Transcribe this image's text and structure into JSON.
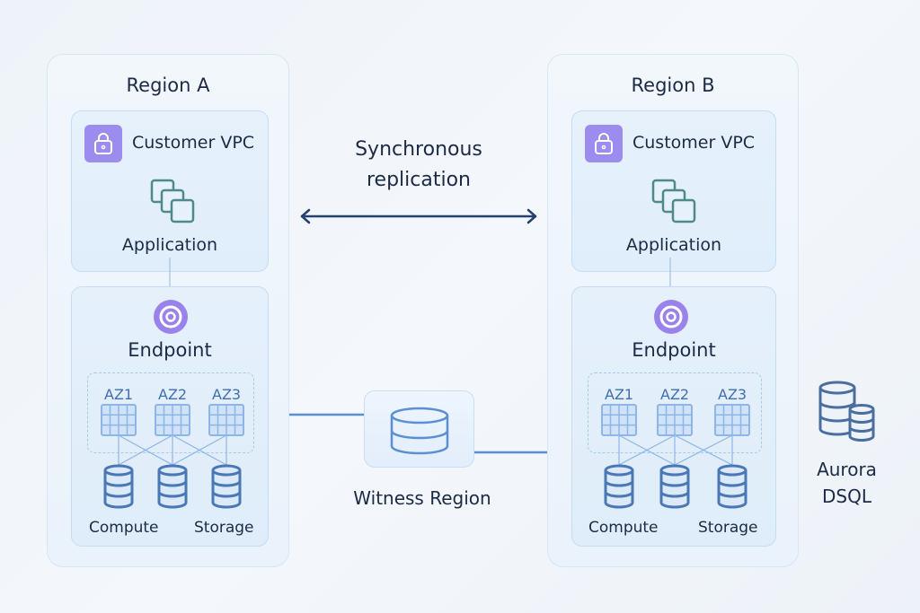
{
  "diagram": {
    "replication": {
      "line1": "Synchronous",
      "line2": "replication"
    },
    "witness": {
      "label": "Witness Region"
    },
    "product": {
      "line1": "Aurora",
      "line2": "DSQL"
    },
    "regions": [
      {
        "title": "Region A",
        "vpc_label": "Customer VPC",
        "app_label": "Application",
        "endpoint_label": "Endpoint",
        "azs": [
          "AZ1",
          "AZ2",
          "AZ3"
        ],
        "compute_label": "Compute",
        "storage_label": "Storage"
      },
      {
        "title": "Region B",
        "vpc_label": "Customer VPC",
        "app_label": "Application",
        "endpoint_label": "Endpoint",
        "azs": [
          "AZ1",
          "AZ2",
          "AZ3"
        ],
        "compute_label": "Compute",
        "storage_label": "Storage"
      }
    ],
    "colors": {
      "accent_purple": "#9c8ced",
      "app_icon": "#4f8a8b",
      "db_blue": "#4a78b5",
      "grid_blue": "#8db5e6",
      "arrow": "#23406e"
    }
  }
}
